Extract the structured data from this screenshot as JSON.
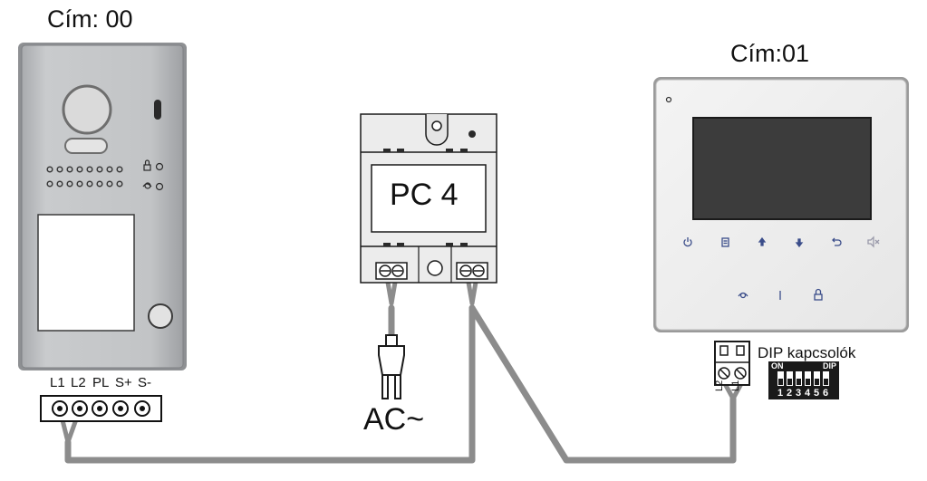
{
  "door_station": {
    "address_label": "Cím: 00",
    "terminals": [
      "L1",
      "L2",
      "PL",
      "S+",
      "S-"
    ]
  },
  "power_supply": {
    "label": "PC 4",
    "input_label": "AC~"
  },
  "monitor": {
    "address_label": "Cím:01",
    "terminals": [
      "L2",
      "L1"
    ],
    "dip": {
      "title": "DIP kapcsolók",
      "on_label": "ON",
      "dip_label": "DIP",
      "numbers": [
        "1",
        "2",
        "3",
        "4",
        "5",
        "6"
      ]
    }
  },
  "colors": {
    "wire": "#8c8c8c",
    "panel": "#b9bbbd",
    "screen": "#3c3c3c"
  }
}
